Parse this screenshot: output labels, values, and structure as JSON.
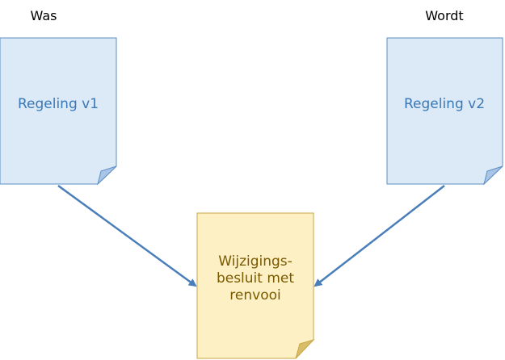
{
  "headers": {
    "left": "Was",
    "right": "Wordt"
  },
  "documents": {
    "left": {
      "label": "Regeling v1"
    },
    "right": {
      "label": "Regeling v2"
    },
    "center": {
      "lines": [
        "Wijzigings-",
        "besluit met",
        "renvooi"
      ]
    }
  },
  "colors": {
    "blue_fill": "#dce9f6",
    "blue_stroke": "#5b8fc7",
    "blue_text": "#3a78b5",
    "gold_fill": "#fdf0c4",
    "gold_stroke": "#c9a642",
    "gold_text": "#7a5a00",
    "arrow": "#4a7ebb"
  }
}
